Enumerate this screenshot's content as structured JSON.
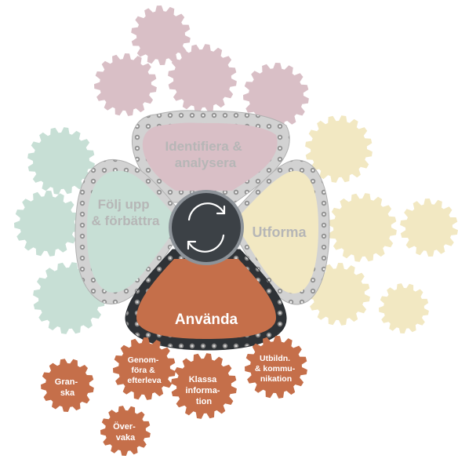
{
  "colors": {
    "pink": "#d9bfc6",
    "green": "#c7dfd5",
    "yellow": "#f2e8c2",
    "orange": "#c56f4a",
    "hub": "#3c4146",
    "chain_light": "#c6c6c6",
    "chain_dark": "#4b4f55",
    "label_light": "#b6b6b6",
    "label_white": "#ffffff"
  },
  "phases": {
    "identify": {
      "line1": "Identifiera &",
      "line2": "analysera"
    },
    "design": {
      "label": "Utforma"
    },
    "follow": {
      "line1": "Följ upp",
      "line2": "& förbättra"
    },
    "use": {
      "label": "Använda"
    }
  },
  "sub_gears": {
    "granska": {
      "line1": "Gran-",
      "line2": "ska"
    },
    "genomfora": {
      "line1": "Genom-",
      "line2": "föra &",
      "line3": "efterleva"
    },
    "klassa": {
      "line1": "Klassa",
      "line2": "informa-",
      "line3": "tion"
    },
    "utbildn": {
      "line1": "Utbildn.",
      "line2": "& kommu-",
      "line3": "nikation"
    },
    "overvaka": {
      "line1": "Över-",
      "line2": "vaka"
    }
  },
  "hub_icon": "cycle-arrows-icon"
}
